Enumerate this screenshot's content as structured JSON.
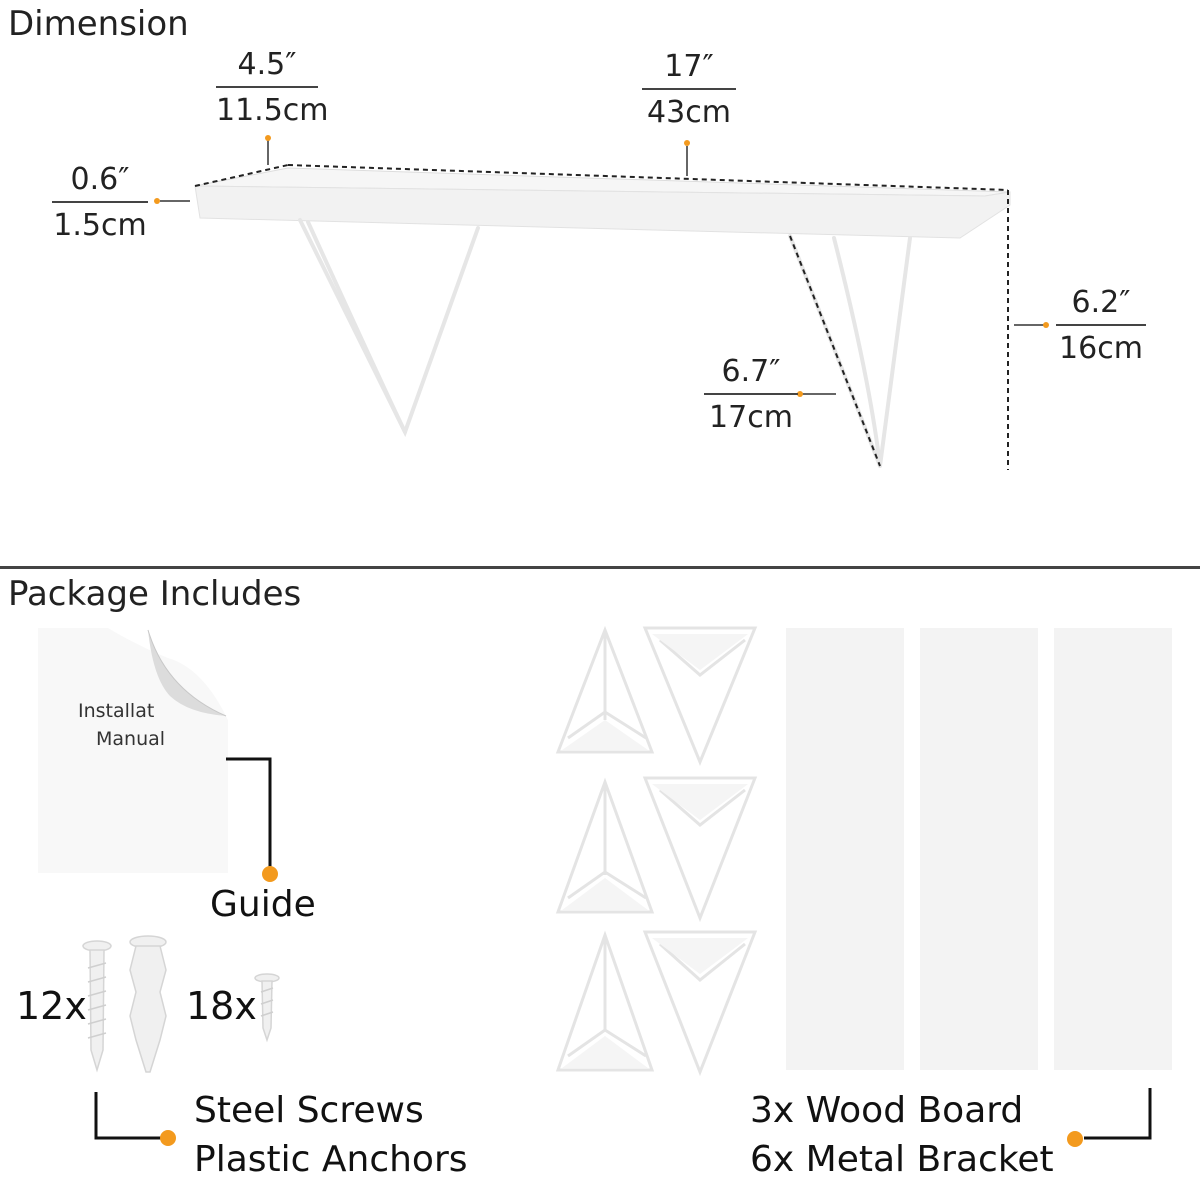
{
  "dimension": {
    "title": "Dimension",
    "depth": {
      "in": "4.5″",
      "cm": "11.5cm"
    },
    "length": {
      "in": "17″",
      "cm": "43cm"
    },
    "thickness": {
      "in": "0.6″",
      "cm": "1.5cm"
    },
    "height": {
      "in": "6.2″",
      "cm": "16cm"
    },
    "bracket": {
      "in": "6.7″",
      "cm": "17cm"
    }
  },
  "package": {
    "title": "Package Includes",
    "manual": {
      "line1": "Installat",
      "line2": "Manual"
    },
    "guide_label": "Guide",
    "screws_qty": "12x",
    "anchors_qty": "18x",
    "hardware_line1": "Steel Screws",
    "hardware_line2": "Plastic Anchors",
    "items_line1": "3x Wood Board",
    "items_line2": "6x Metal Bracket"
  },
  "colors": {
    "accent": "#f39a1e",
    "line": "#333333",
    "shelf": "#f2f2f2"
  }
}
